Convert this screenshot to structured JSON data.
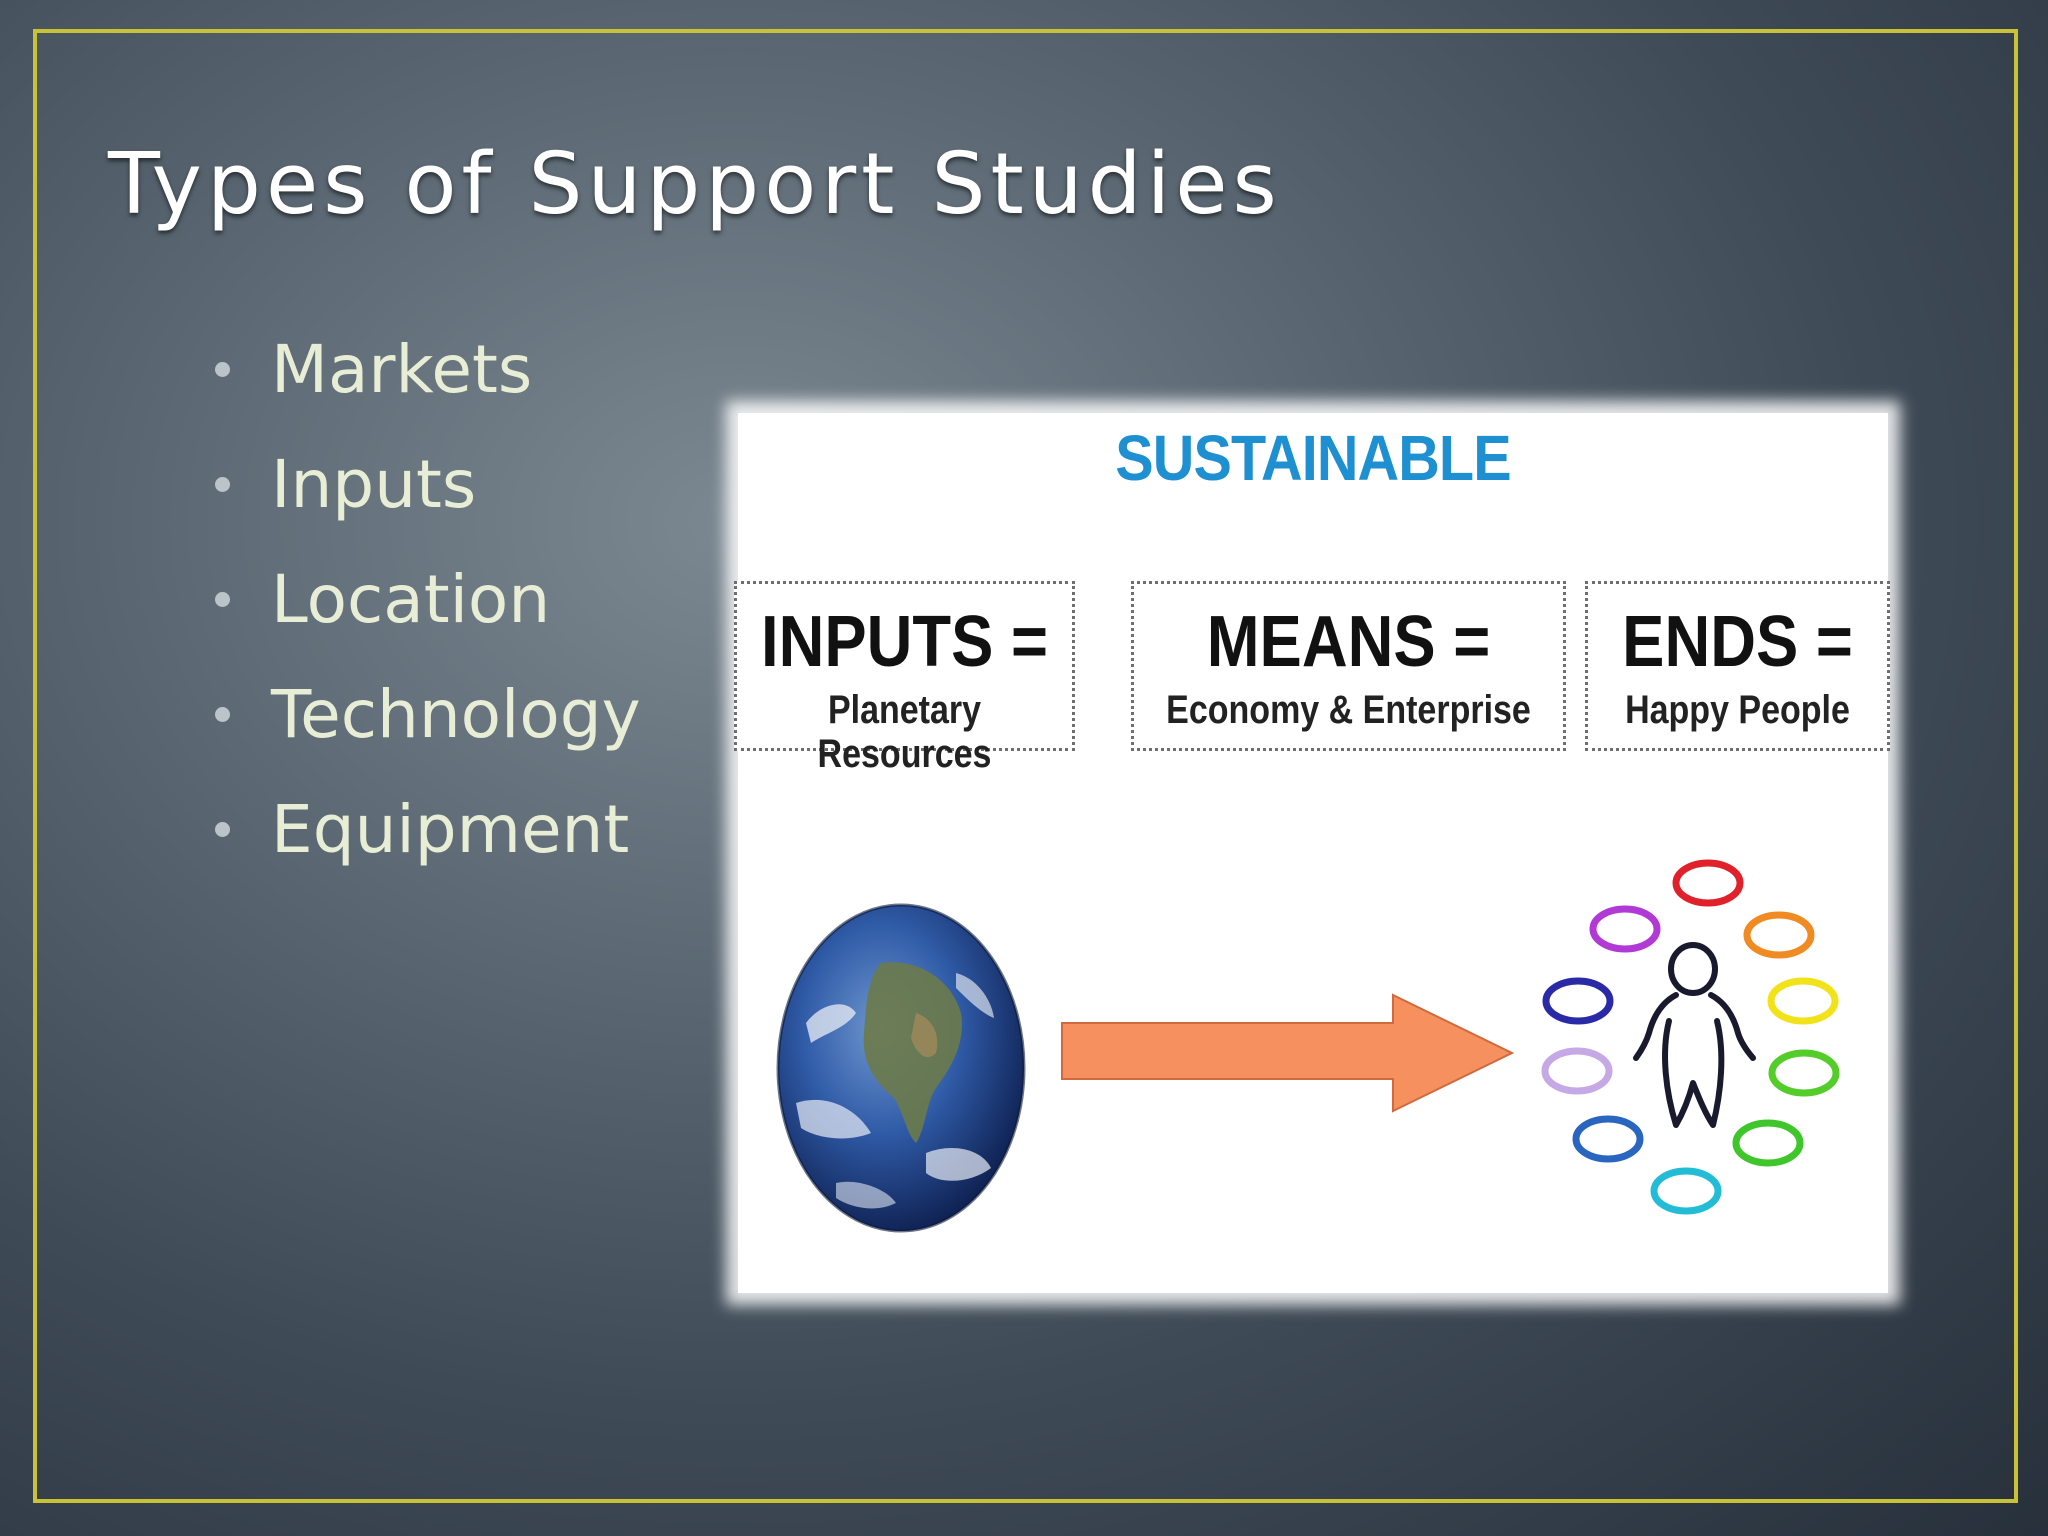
{
  "slide": {
    "title": "Types of Support Studies",
    "bullets": [
      "Markets",
      "Inputs",
      "Location",
      "Technology",
      "Equipment"
    ]
  },
  "diagram": {
    "heading": "SUSTAINABLE",
    "boxes": [
      {
        "title": "INPUTS =",
        "subtitle": "Planetary Resources"
      },
      {
        "title": "MEANS =",
        "subtitle": "Economy &  Enterprise"
      },
      {
        "title": "ENDS =",
        "subtitle": "Happy People"
      }
    ],
    "graphics": [
      "earth-globe",
      "flow-arrow",
      "person-with-needs-rings"
    ]
  },
  "colors": {
    "frame": "#c9c236",
    "title_text": "#ffffff",
    "bullet_text": "#e8edd5",
    "heading_blue": "#1e8fd0",
    "arrow": "#f6905e"
  }
}
